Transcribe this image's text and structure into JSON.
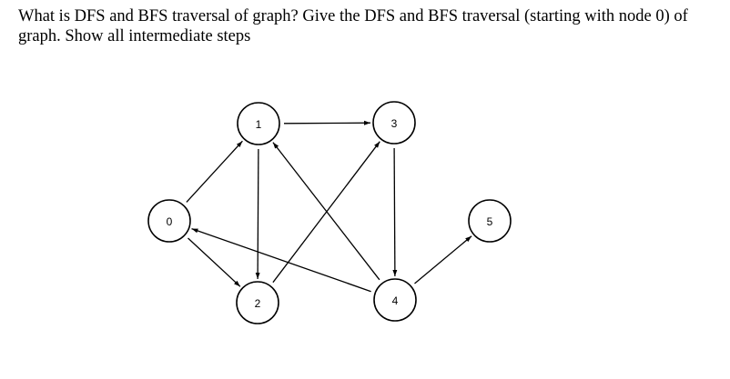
{
  "question": {
    "text": "What is DFS and BFS traversal of graph? Give the DFS and BFS traversal (starting with node 0) of graph. Show all intermediate steps"
  },
  "graph": {
    "nodes": [
      {
        "id": "0",
        "label": "0"
      },
      {
        "id": "1",
        "label": "1"
      },
      {
        "id": "2",
        "label": "2"
      },
      {
        "id": "3",
        "label": "3"
      },
      {
        "id": "4",
        "label": "4"
      },
      {
        "id": "5",
        "label": "5"
      }
    ],
    "edges": [
      {
        "from": "0",
        "to": "1"
      },
      {
        "from": "0",
        "to": "2"
      },
      {
        "from": "1",
        "to": "2"
      },
      {
        "from": "1",
        "to": "3"
      },
      {
        "from": "2",
        "to": "3"
      },
      {
        "from": "3",
        "to": "4"
      },
      {
        "from": "4",
        "to": "1"
      },
      {
        "from": "4",
        "to": "0"
      },
      {
        "from": "4",
        "to": "5"
      }
    ],
    "directed": true
  }
}
